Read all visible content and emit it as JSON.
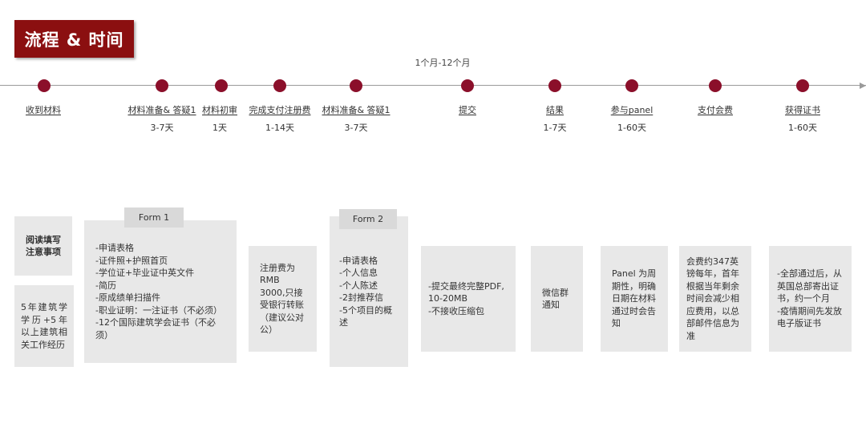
{
  "title": "流程 & 时间",
  "overall_duration": "1个月-12个月",
  "steps": [
    {
      "label": "收到材料",
      "duration": ""
    },
    {
      "label": "材料准备& 答疑1",
      "duration": "3-7天"
    },
    {
      "label": "材料初审",
      "duration": "1天"
    },
    {
      "label": "完成支付注册费",
      "duration": "1-14天"
    },
    {
      "label": "材料准备& 答疑1",
      "duration": "3-7天"
    },
    {
      "label": "提交",
      "duration": ""
    },
    {
      "label": "结果",
      "duration": "1-7天"
    },
    {
      "label": "参与panel",
      "duration": "1-60天"
    },
    {
      "label": "支付会费",
      "duration": ""
    },
    {
      "label": "获得证书",
      "duration": "1-60天"
    }
  ],
  "notice_heading": "阅读填写注意事项",
  "notice_body": "5年建筑学学历+5年以上建筑相关工作经历",
  "form1": {
    "tab": "Form 1",
    "items": [
      "-申请表格",
      "-证件照+护照首页",
      "-学位证+毕业证中英文件",
      "-简历",
      "-原成绩单扫描件",
      "-职业证明：一注证书（不必须）",
      "-12个国际建筑学会证书（不必须）"
    ]
  },
  "registration_fee": "注册费为RMB 3000,只接受银行转账（建议公对公）",
  "form2": {
    "tab": "Form 2",
    "items": [
      "-申请表格",
      "-个人信息",
      "-个人陈述",
      "-2封推荐信",
      "-5个项目的概述"
    ]
  },
  "submit_notes": [
    "-提交最终完整PDF, 10-20MB",
    "-不接收压缩包"
  ],
  "result_notice": "微信群通知",
  "panel_note": "Panel 为周期性，明确日期在材料通过时会告知",
  "fee_note": "会费约347英镑每年，首年根据当年剩余时间会减少相应费用，以总部邮件信息为准",
  "certificate_notes": [
    "-全部通过后，从英国总部寄出证书，约一个月",
    "-疫情期间先发放电子版证书"
  ]
}
